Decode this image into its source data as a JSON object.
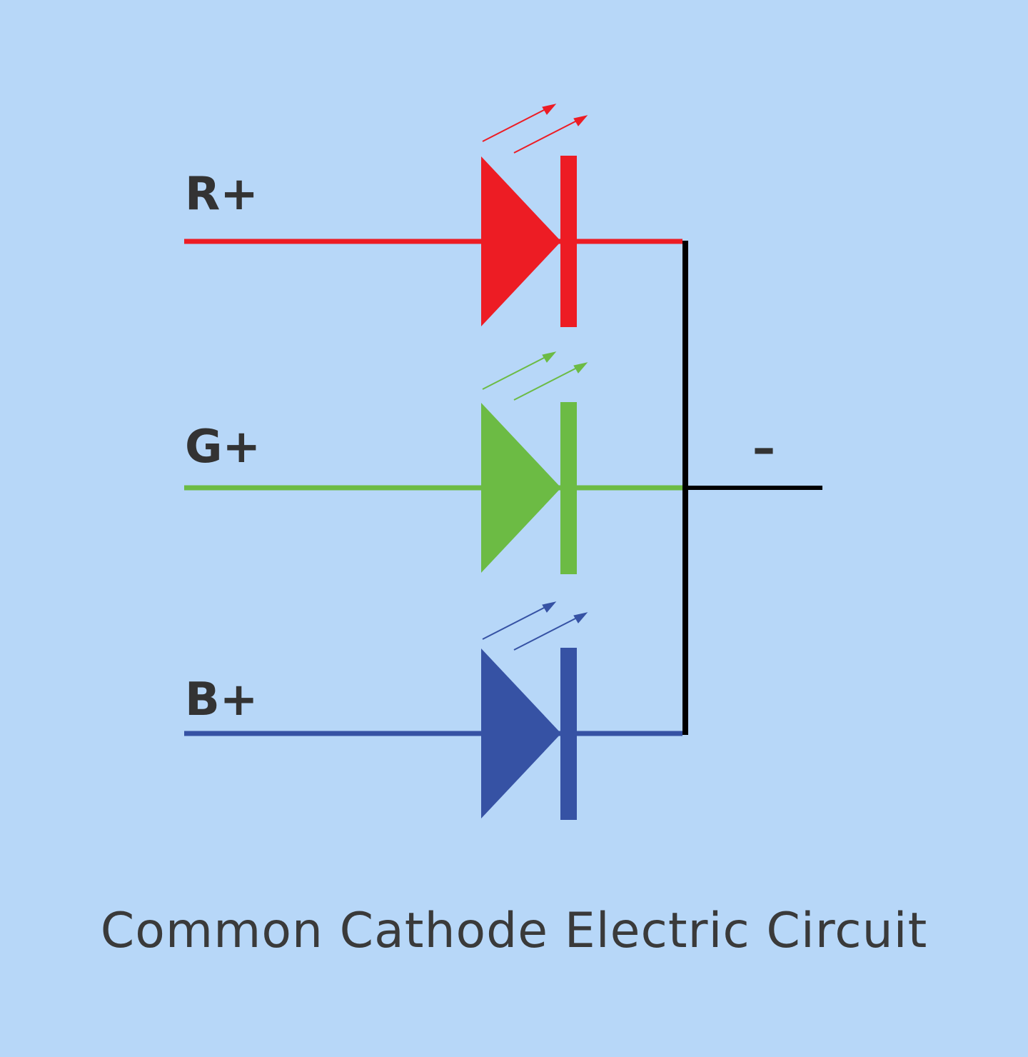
{
  "diagram": {
    "labels": {
      "red": "R+",
      "green": "G+",
      "blue": "B+",
      "common": "–"
    },
    "caption": "Common Cathode Electric Circuit",
    "colors": {
      "background": "#b7d7f8",
      "red": "#ed1c24",
      "green": "#6cbb44",
      "blue": "#3652a4",
      "wire": "#000000",
      "text": "#333333"
    }
  }
}
